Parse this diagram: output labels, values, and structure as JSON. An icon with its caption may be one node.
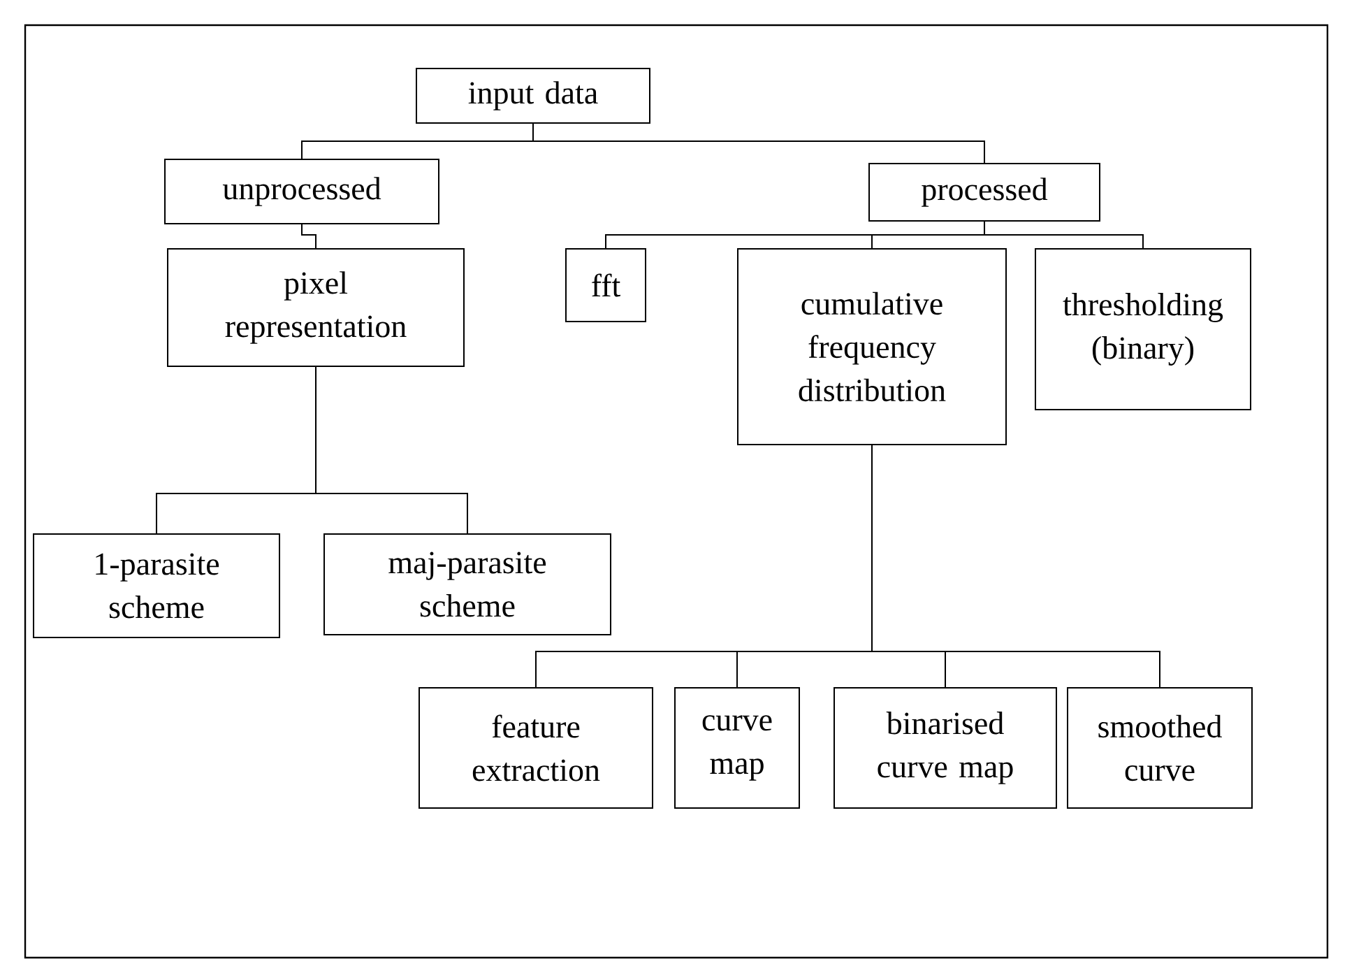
{
  "diagram": {
    "nodes": [
      {
        "text": [
          "input data"
        ]
      },
      {
        "text": [
          "unprocessed"
        ]
      },
      {
        "text": [
          "processed"
        ]
      },
      {
        "text": [
          "pixel representation"
        ]
      },
      {
        "text": [
          "fft"
        ]
      },
      {
        "text": [
          "cumulative frequency distribution"
        ]
      },
      {
        "text": [
          "thresholding (binary)"
        ]
      },
      {
        "text": [
          "1-parasite scheme"
        ]
      },
      {
        "text": [
          "maj-parasite scheme"
        ]
      },
      {
        "text": [
          "feature extraction"
        ]
      },
      {
        "text": [
          "curve map"
        ]
      },
      {
        "text": [
          "binarised curve map"
        ]
      },
      {
        "text": [
          "smoothed curve"
        ]
      }
    ],
    "edges": [
      {
        "from": 0,
        "to": 1,
        "arrow": "none"
      },
      {
        "from": 0,
        "to": 2,
        "arrow": "none"
      },
      {
        "from": 1,
        "to": 3,
        "arrow": "none"
      },
      {
        "from": 2,
        "to": 4,
        "arrow": "none"
      },
      {
        "from": 2,
        "to": 5,
        "arrow": "none"
      },
      {
        "from": 2,
        "to": 6,
        "arrow": "none"
      },
      {
        "from": 3,
        "to": 7,
        "arrow": "none"
      },
      {
        "from": 3,
        "to": 8,
        "arrow": "none"
      },
      {
        "from": 5,
        "to": 9,
        "arrow": "none"
      },
      {
        "from": 5,
        "to": 10,
        "arrow": "none"
      },
      {
        "from": 5,
        "to": 11,
        "arrow": "none"
      },
      {
        "from": 5,
        "to": 12,
        "arrow": "none"
      }
    ]
  }
}
